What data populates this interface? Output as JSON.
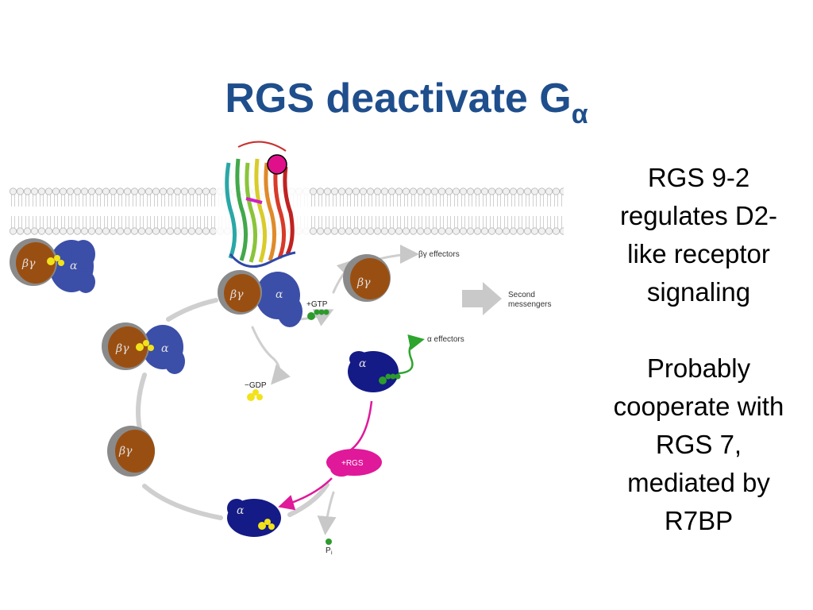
{
  "slide": {
    "title_main": "RGS deactivate G",
    "title_sub": "α"
  },
  "side_text": {
    "paragraph1": [
      "RGS 9-2",
      "regulates D2-",
      "like receptor",
      "signaling"
    ],
    "paragraph2": [
      "Probably",
      "cooperate with",
      "RGS 7,",
      "mediated by",
      "R7BP"
    ]
  },
  "diagram": {
    "labels": {
      "beta_gamma": "βγ",
      "alpha": "α",
      "gtp": "+GTP",
      "gdp": "−GDP",
      "rgs": "+RGS",
      "pi_main": "P",
      "pi_sub": "i",
      "by_effectors": "βγ effectors",
      "a_effectors": "α effectors",
      "second_line1": "Second",
      "second_line2": "messengers"
    },
    "colors": {
      "beta_gamma": "#9a4f12",
      "beta_gamma_edge": "#8a8a8a",
      "alpha_light": "#3b4ea8",
      "alpha_dark": "#141a86",
      "rgs": "#e0189a",
      "gtp": "#2e9a2e",
      "gdp": "#f2e21a",
      "cycle_arrow": "#cfcfcf",
      "effector_arrow": "#2ea52e"
    }
  }
}
